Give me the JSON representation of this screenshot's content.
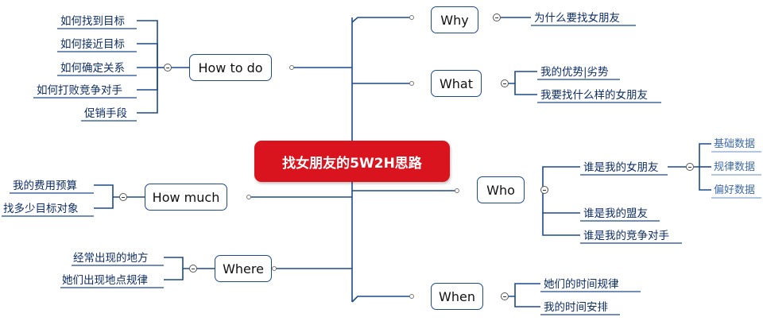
{
  "central": {
    "label": "找女朋友的5W2H思路",
    "color": "#d9141e"
  },
  "line_color": "#1c4a8c",
  "branches": {
    "why": {
      "label": "Why",
      "items": [
        "为什么要找女朋友"
      ]
    },
    "what": {
      "label": "What",
      "items": [
        "我的优势|劣势",
        "我要找什么样的女朋友"
      ]
    },
    "who": {
      "label": "Who",
      "items": [
        "谁是我的女朋友",
        "谁是我的盟友",
        "谁是我的竞争对手"
      ],
      "sub_items": [
        "基础数据",
        "规律数据",
        "偏好数据"
      ]
    },
    "when": {
      "label": "When",
      "items": [
        "她们的时间规律",
        "我的时间安排"
      ]
    },
    "how_to_do": {
      "label": "How to do",
      "items": [
        "如何找到目标",
        "如何接近目标",
        "如何确定关系",
        "如何打败竞争对手",
        "促销手段"
      ]
    },
    "how_much": {
      "label": "How much",
      "items": [
        "我的费用预算",
        "找多少目标对象"
      ]
    },
    "where": {
      "label": "Where",
      "items": [
        "经常出现的地方",
        "她们出现地点规律"
      ]
    }
  }
}
